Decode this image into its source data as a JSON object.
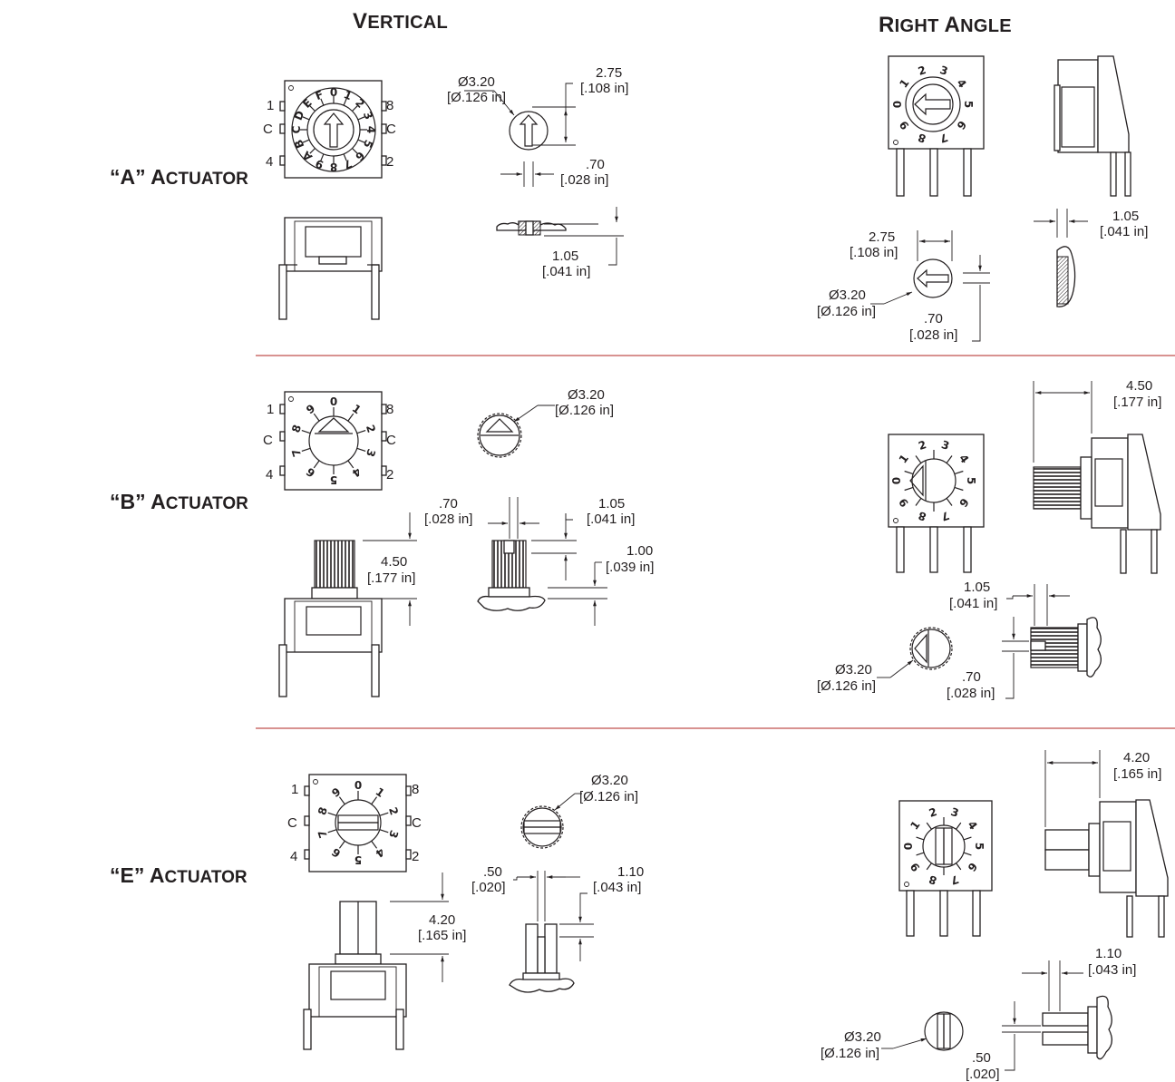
{
  "headers": {
    "vertical": {
      "first": "V",
      "rest": "ERTICAL"
    },
    "right_angle": {
      "first1": "R",
      "rest1": "IGHT ",
      "first2": "A",
      "rest2": "NGLE"
    }
  },
  "rows": [
    {
      "quote_open": "“",
      "letter": "A",
      "quote_close": "”",
      "first": " A",
      "rest": "CTUATOR"
    },
    {
      "quote_open": "“",
      "letter": "B",
      "quote_close": "”",
      "first": " A",
      "rest": "CTUATOR"
    },
    {
      "quote_open": "“",
      "letter": "E",
      "quote_close": "”",
      "first": " A",
      "rest": "CTUATOR"
    }
  ],
  "pins": {
    "p1": "1",
    "p8": "8",
    "pc": "C",
    "p4": "4",
    "p2": "2"
  },
  "dial": {
    "hex": [
      "0",
      "1",
      "2",
      "3",
      "4",
      "5",
      "6",
      "7",
      "8",
      "9",
      "A",
      "B",
      "C",
      "D",
      "E",
      "F"
    ],
    "dec": [
      "0",
      "1",
      "2",
      "3",
      "4",
      "5",
      "6",
      "7",
      "8",
      "9"
    ]
  },
  "dims": {
    "a_v_dia": "Ø3.20",
    "a_v_dia_in": "[Ø.126 in]",
    "a_v_275": "2.75",
    "a_v_275_in": "[.108 in]",
    "a_v_070": ".70",
    "a_v_070_in": "[.028 in]",
    "a_v_105": "1.05",
    "a_v_105_in": "[.041 in]",
    "a_r_275": "2.75",
    "a_r_275_in": "[.108 in]",
    "a_r_dia": "Ø3.20",
    "a_r_dia_in": "[Ø.126 in]",
    "a_r_070": ".70",
    "a_r_070_in": "[.028 in]",
    "a_r_105": "1.05",
    "a_r_105_in": "[.041 in]",
    "b_v_dia": "Ø3.20",
    "b_v_dia_in": "[Ø.126 in]",
    "b_v_070": ".70",
    "b_v_070_in": "[.028 in]",
    "b_v_105": "1.05",
    "b_v_105_in": "[.041 in]",
    "b_v_100": "1.00",
    "b_v_100_in": "[.039 in]",
    "b_v_450": "4.50",
    "b_v_450_in": "[.177 in]",
    "b_r_450": "4.50",
    "b_r_450_in": "[.177 in]",
    "b_r_105": "1.05",
    "b_r_105_in": "[.041 in]",
    "b_r_dia": "Ø3.20",
    "b_r_dia_in": "[Ø.126 in]",
    "b_r_070": ".70",
    "b_r_070_in": "[.028 in]",
    "e_v_dia": "Ø3.20",
    "e_v_dia_in": "[Ø.126 in]",
    "e_v_050": ".50",
    "e_v_050_in": "[.020]",
    "e_v_110": "1.10",
    "e_v_110_in": "[.043 in]",
    "e_v_420": "4.20",
    "e_v_420_in": "[.165 in]",
    "e_r_420": "4.20",
    "e_r_420_in": "[.165 in]",
    "e_r_110": "1.10",
    "e_r_110_in": "[.043 in]",
    "e_r_dia": "Ø3.20",
    "e_r_dia_in": "[Ø.126 in]",
    "e_r_050": ".50",
    "e_r_050_in": "[.020]"
  },
  "colors": {
    "ink": "#231f20",
    "separator": "#c0504d",
    "background": "#ffffff"
  }
}
